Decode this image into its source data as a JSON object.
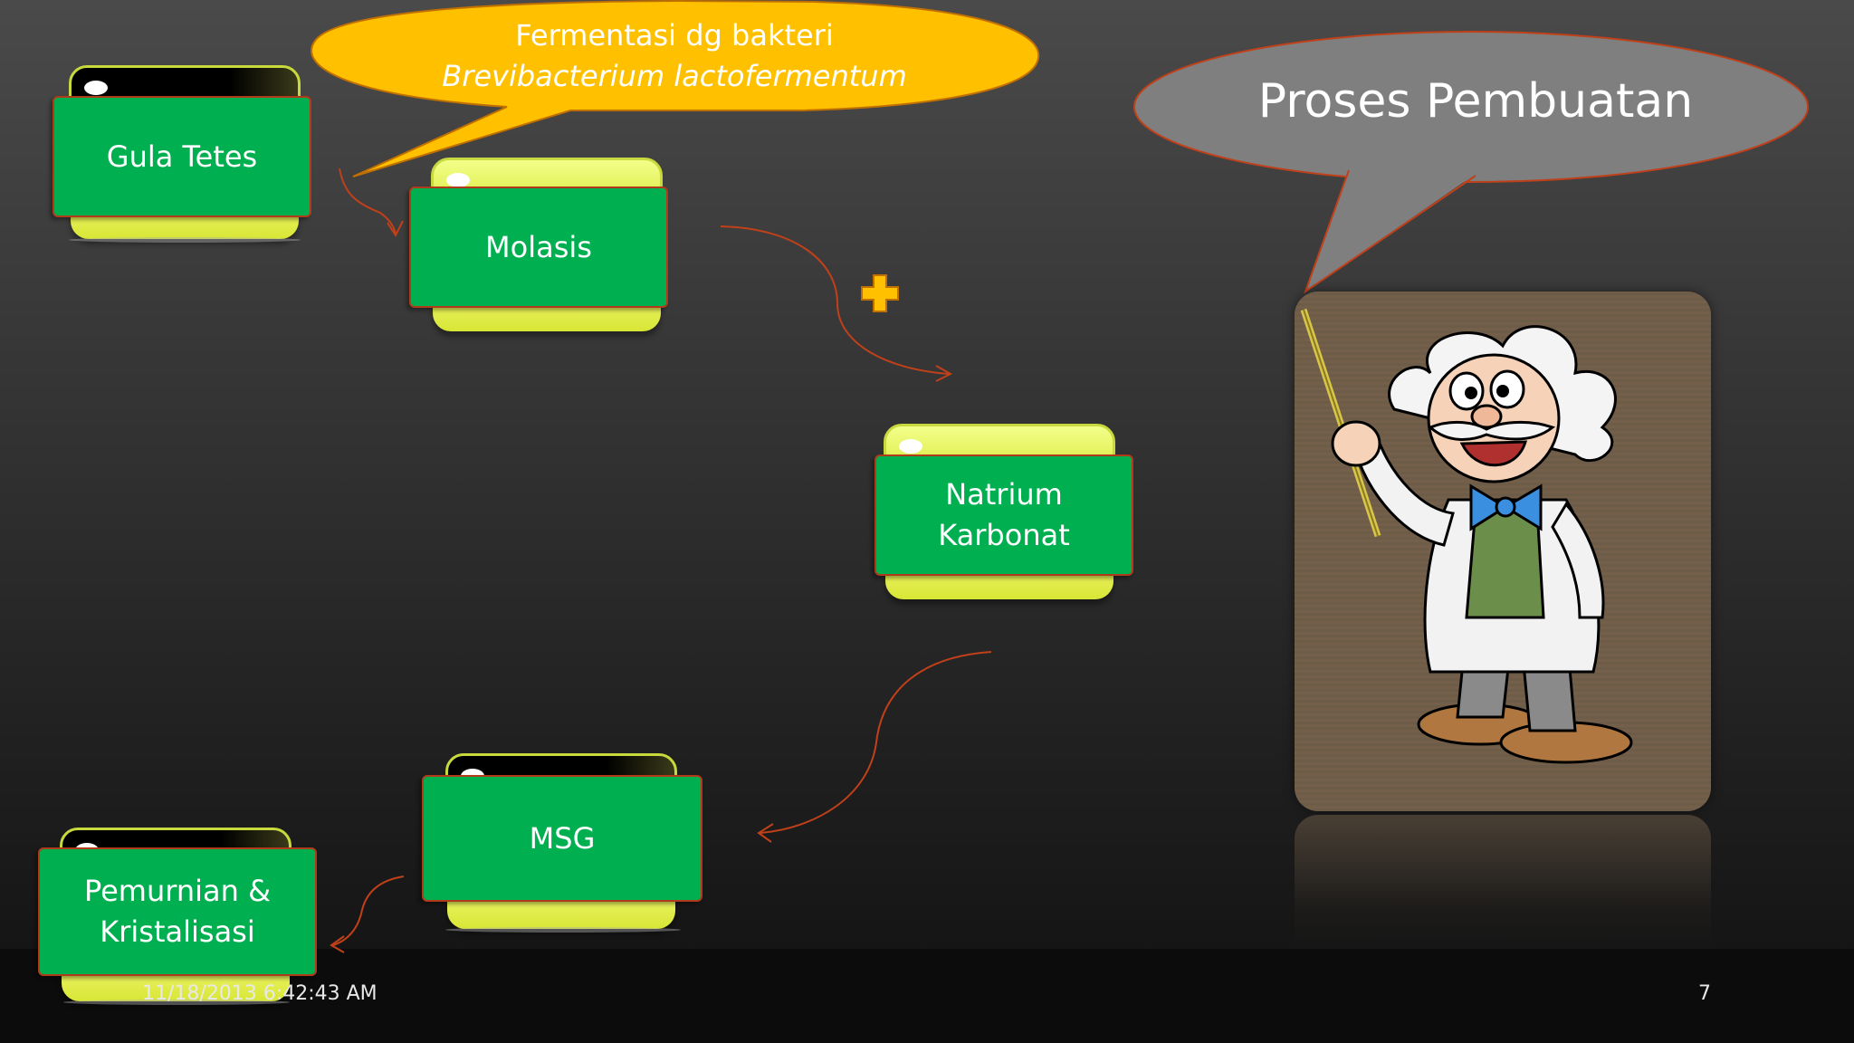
{
  "slide": {
    "title": "Proses Pembuatan",
    "callout": {
      "line1": "Fermentasi dg bakteri",
      "line2": "Brevibacterium lactofermentum"
    },
    "nodes": {
      "gula_tetes": "Gula Tetes",
      "molasis": "Molasis",
      "natrium_line1": "Natrium",
      "natrium_line2": "Karbonat",
      "msg": "MSG",
      "pemurnian_line1": "Pemurnian &",
      "pemurnian_line2": "Kristalisasi"
    },
    "footer": {
      "date": "11/18/2013 6:42:43 AM",
      "page": "7"
    }
  },
  "icons": [
    "plus-icon",
    "professor-illustration",
    "arrow-icon"
  ],
  "colors": {
    "node_green": "#00b050",
    "node_lime": "#dbe83a",
    "callout_orange": "#ffc000",
    "callout_gray": "#808080",
    "arrow": "#c0401a"
  }
}
